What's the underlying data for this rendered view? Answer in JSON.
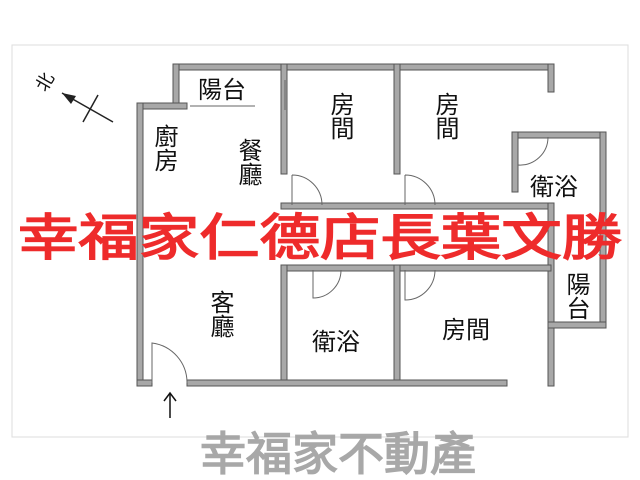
{
  "plan": {
    "north_label": "北",
    "rooms": {
      "balcony_top": "陽台",
      "kitchen": "廚房",
      "dining": "餐廳",
      "bedroom_1": "房間",
      "bedroom_2": "房間",
      "bath_right": "衛浴",
      "balcony_right": "陽台",
      "living": "客廳",
      "bath_bottom": "衛浴",
      "bedroom_3": "房間"
    },
    "entrance_icon": "arrow-up-icon"
  },
  "watermark": {
    "red_text": "幸福家仁德店長葉文勝",
    "gray_text": "幸福家不動產",
    "red_color": "#ee2b2b"
  }
}
